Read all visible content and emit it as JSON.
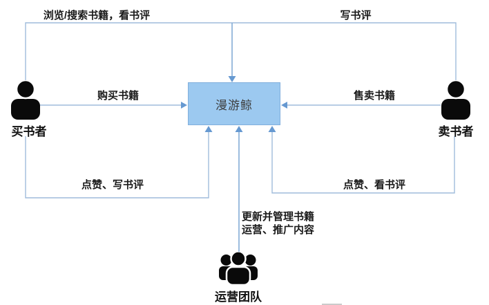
{
  "diagram": {
    "system": {
      "name": "漫游鲸"
    },
    "actors": [
      {
        "id": "buyer",
        "label": "买书者"
      },
      {
        "id": "seller",
        "label": "卖书者"
      },
      {
        "id": "ops-team",
        "label": "运营团队"
      }
    ],
    "flows": [
      {
        "id": "browse-search-books",
        "from": "买书者",
        "to": "漫游鲸",
        "label": "浏览/搜索书籍，看书评"
      },
      {
        "id": "write-review",
        "from": "卖书者",
        "to": "漫游鲸",
        "label": "写书评"
      },
      {
        "id": "buy-books",
        "from": "买书者",
        "to": "漫游鲸",
        "label": "购买书籍"
      },
      {
        "id": "sell-books",
        "from": "卖书者",
        "to": "漫游鲸",
        "label": "售卖书籍"
      },
      {
        "id": "like-write-review",
        "from": "买书者",
        "to": "漫游鲸",
        "label": "点赞、写书评"
      },
      {
        "id": "like-read-review",
        "from": "卖书者",
        "to": "漫游鲸",
        "label": "点赞、看书评"
      },
      {
        "id": "update-manage-content",
        "from": "运营团队",
        "to": "漫游鲸",
        "label": "更新并管理书籍 运营、推广内容",
        "lines": [
          "更新并管理书籍",
          "运营、推广内容"
        ]
      }
    ],
    "colors": {
      "box_fill": "#9CC9F0",
      "box_border": "#7FAEDC",
      "connector": "#9FBCDC",
      "arrowhead": "#6699D1",
      "actor_icon": "#0A0A0A",
      "label_text": "#1A1A1A"
    }
  }
}
